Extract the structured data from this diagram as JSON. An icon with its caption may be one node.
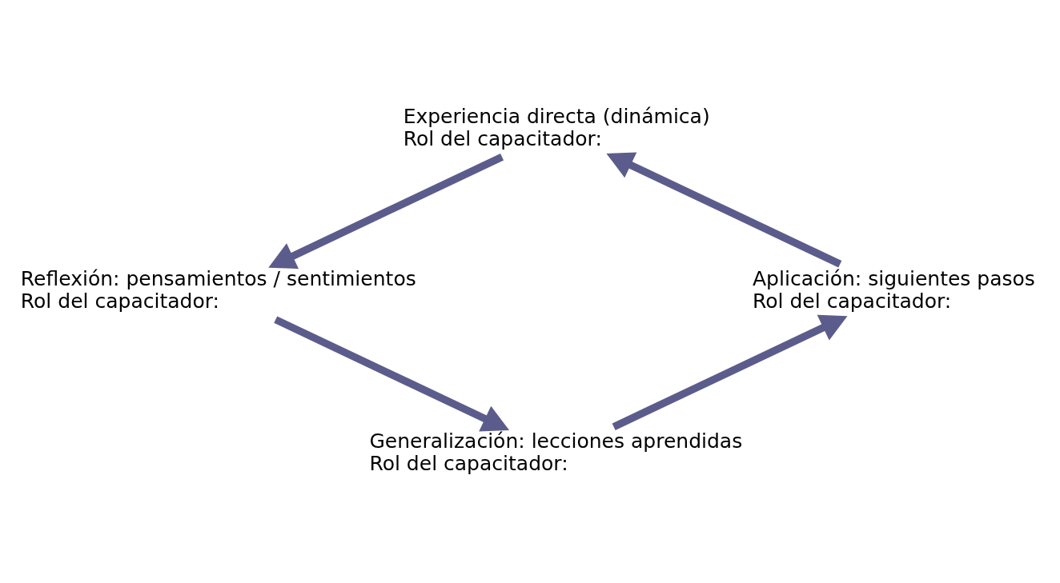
{
  "diagram": {
    "nodes": [
      {
        "text": [
          "Experiencia directa (dinámica)",
          "Rol del capacitador:"
        ]
      },
      {
        "text": [
          "Reflexión: pensamientos / sentimientos",
          "Rol del capacitador:"
        ]
      },
      {
        "text": [
          "Generalización: lecciones aprendidas",
          "Rol del capacitador:"
        ]
      },
      {
        "text": [
          "Aplicación: siguientes pasos",
          "Rol del capacitador:"
        ]
      }
    ],
    "edges": [
      {
        "from": 0,
        "to": 1,
        "arrow": "to"
      },
      {
        "from": 1,
        "to": 2,
        "arrow": "to"
      },
      {
        "from": 2,
        "to": 3,
        "arrow": "to"
      },
      {
        "from": 3,
        "to": 0,
        "arrow": "to"
      }
    ]
  }
}
